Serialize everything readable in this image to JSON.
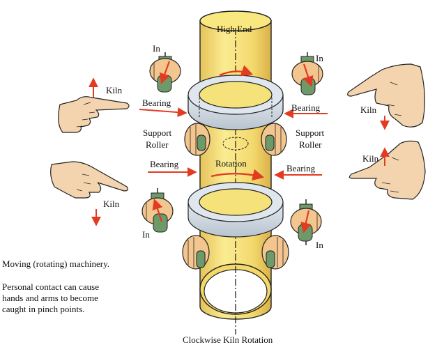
{
  "labels": {
    "high_end": "High End",
    "in_tl": "In",
    "in_tr": "In",
    "in_bl": "In",
    "in_br": "In",
    "kiln_l1": "Kiln",
    "kiln_l2": "Kiln",
    "kiln_r1": "Kiln",
    "kiln_r2": "Kiln",
    "bearing_tl": "Bearing",
    "bearing_tr": "Bearing",
    "bearing_bl": "Bearing",
    "bearing_br": "Bearing",
    "support_left_1": "Support",
    "support_left_2": "Roller",
    "support_right_1": "Support",
    "support_right_2": "Roller",
    "rotation": "Rotation",
    "caption": "Clockwise Kiln Rotation"
  },
  "warning": {
    "line1": "Moving (rotating) machinery.",
    "line2": "Personal contact can cause",
    "line3": "hands and arms to become",
    "line4": "caught in pinch points."
  },
  "colors": {
    "kiln": "#f6e27a",
    "kiln_dark": "#e0b84a",
    "tire": "#d3dbe4",
    "roller": "#f3c58f",
    "roller_shaft": "#6e9a6a",
    "skin": "#f3d4ae",
    "arrow": "#e23b22"
  }
}
